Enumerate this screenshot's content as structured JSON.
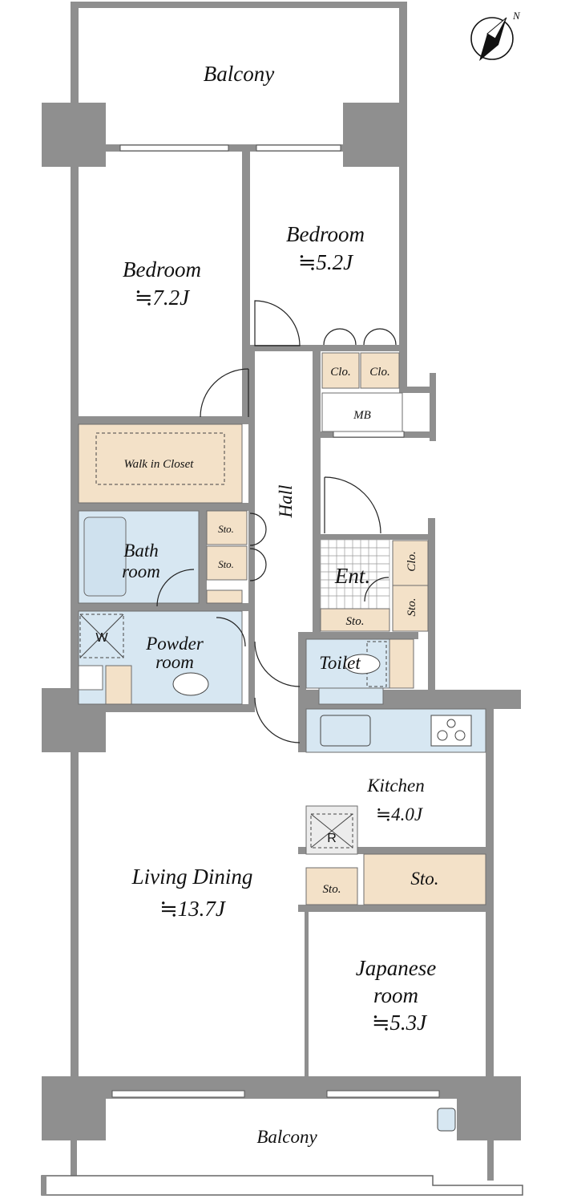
{
  "compass": {
    "label": "N"
  },
  "rooms": {
    "balcony_top": "Balcony",
    "bedroom_right": {
      "name": "Bedroom",
      "size": "≒5.2J"
    },
    "bedroom_left": {
      "name": "Bedroom",
      "size": "≒7.2J"
    },
    "closet_1": "Clo.",
    "closet_2": "Clo.",
    "mb": "MB",
    "walk_in_closet": "Walk in Closet",
    "hall": "Hall",
    "storage_1": "Sto.",
    "storage_2": "Sto.",
    "bath": {
      "line1": "Bath",
      "line2": "room"
    },
    "entrance": "Ent.",
    "closet_ent": "Clo.",
    "storage_ent_v": "Sto.",
    "storage_ent_h": "Sto.",
    "washer": "W",
    "powder": {
      "line1": "Powder",
      "line2": "room"
    },
    "toilet": "Toilet",
    "kitchen": {
      "name": "Kitchen",
      "size": "≒4.0J"
    },
    "fridge": "R",
    "storage_small": "Sto.",
    "storage_large": "Sto.",
    "living": {
      "name": "Living Dining",
      "size": "≒13.7J"
    },
    "japanese": {
      "line1": "Japanese",
      "line2": "room",
      "size": "≒5.3J"
    },
    "balcony_bottom": "Balcony"
  }
}
